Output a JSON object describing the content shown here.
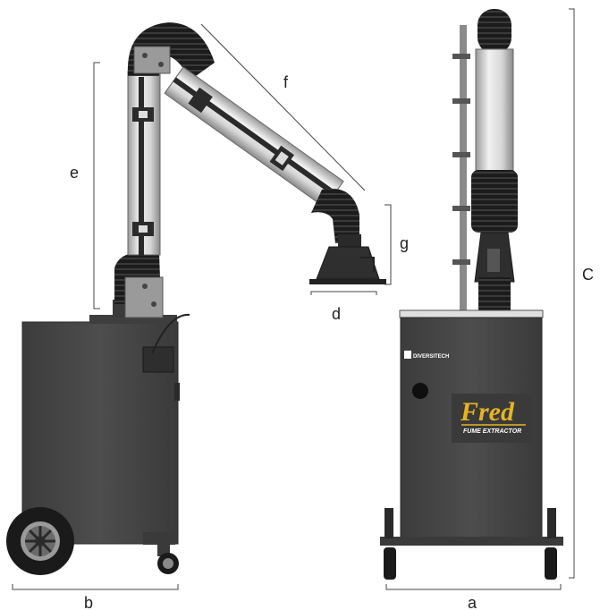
{
  "dimension_labels": {
    "a": "a",
    "b": "b",
    "c": "C",
    "d": "d",
    "e": "e",
    "f": "f",
    "g": "g"
  },
  "cabinet_branding": {
    "maker": "DIVERSITECH",
    "product_name": "Fred",
    "product_subtitle": "FUME EXTRACTOR",
    "accent_color": "#e6b422"
  },
  "colors": {
    "cabinet": "#4a4a4a",
    "hose": "#1e1e1e",
    "arm_tube": "#d4d4d4",
    "dimension_line": "#444444"
  }
}
